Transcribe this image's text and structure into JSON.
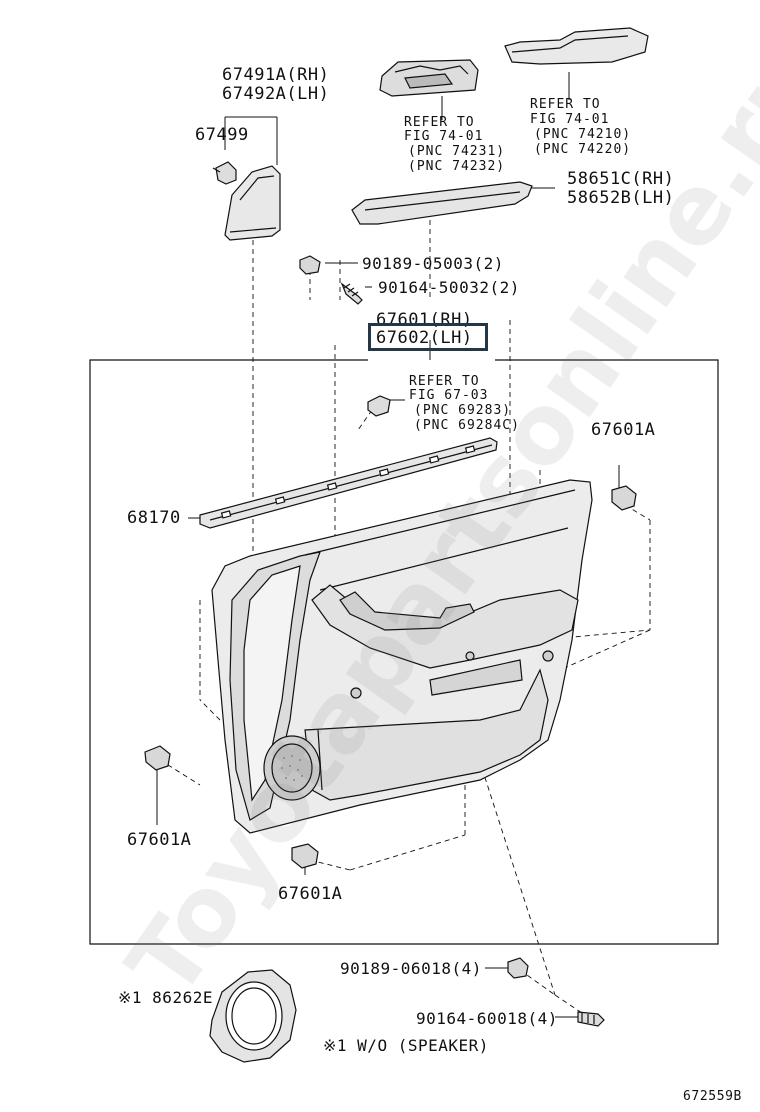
{
  "watermark": "Toyotapartsonline.ru",
  "diagram_id": "672559B",
  "note": "※1 W/O (SPEAKER)",
  "callouts": {
    "p67491a": "67491A(RH)",
    "p67492a": "67492A(LH)",
    "p67499": "67499",
    "refer_a": [
      "REFER TO",
      "FIG  74-01",
      "(PNC 74231)",
      "(PNC 74232)"
    ],
    "refer_b": [
      "REFER TO",
      "FIG  74-01",
      "(PNC 74210)",
      "(PNC 74220)"
    ],
    "p58651c": "58651C(RH)",
    "p58652b": "58652B(LH)",
    "p90189_05003": "90189-05003(2)",
    "p90164_50032": "90164-50032(2)",
    "p67601": "67601(RH)",
    "p67602": "67602(LH)",
    "refer_c": [
      "REFER TO",
      "FIG 67-03",
      "(PNC 69283)",
      "(PNC 69284C)"
    ],
    "p67601a_right": "67601A",
    "p68170": "68170",
    "p67601a_left": "67601A",
    "p67601a_bottom": "67601A",
    "p90189_06018": "90189-06018(4)",
    "p86262e": "※1 86262E",
    "p90164_60018": "90164-60018(4)"
  }
}
